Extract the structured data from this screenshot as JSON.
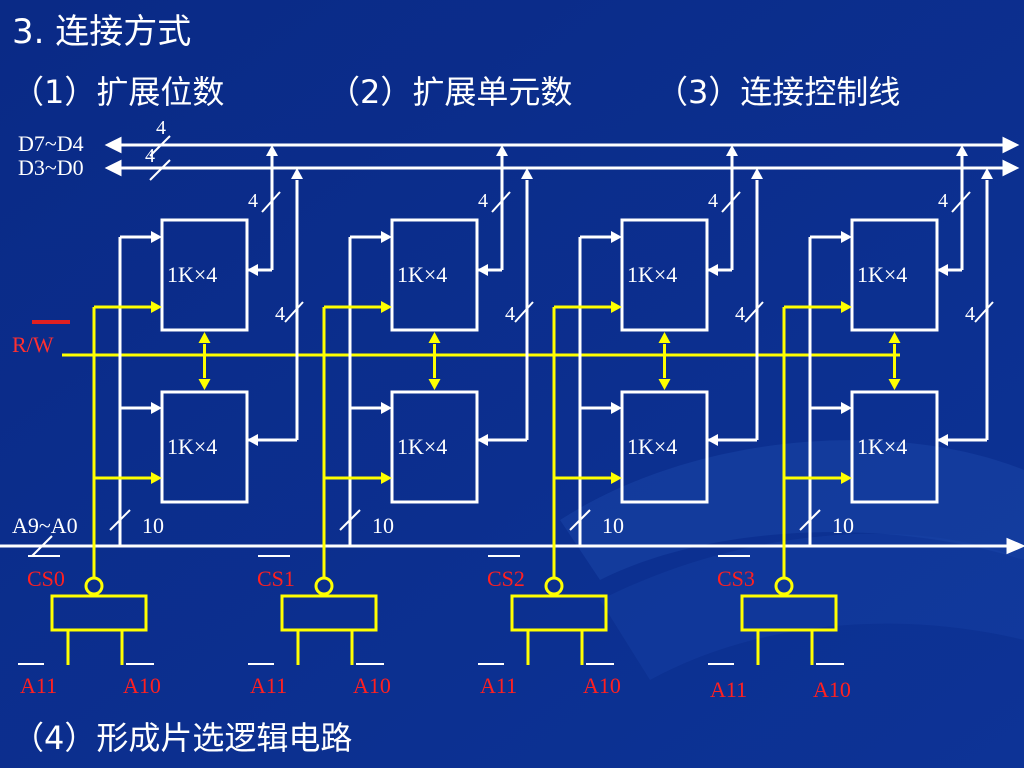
{
  "slide": {
    "title": "3. 连接方式",
    "steps": [
      "（1）扩展位数",
      "（2）扩展单元数",
      "（3）连接控制线"
    ],
    "footer": "（4）形成片选逻辑电路"
  },
  "diagram": {
    "bus_labels": {
      "data_high": "D7~D4",
      "data_low": "D3~D0",
      "rw": "R/W",
      "addr": "A9~A0"
    },
    "bus_widths": {
      "data_high": "4",
      "data_low": "4",
      "chip_data": "4",
      "addr": "10"
    },
    "chip_label": "1K×4",
    "groups": [
      {
        "cs": "CS0",
        "in_a": "A11",
        "in_b": "A10"
      },
      {
        "cs": "CS1",
        "in_a": "A11",
        "in_b": "A10"
      },
      {
        "cs": "CS2",
        "in_a": "A11",
        "in_b": "A10"
      },
      {
        "cs": "CS3",
        "in_a": "A11",
        "in_b": "A10"
      }
    ],
    "colors": {
      "background": "#0b2e8c",
      "wire": "#ffffff",
      "control": "#ffff00",
      "label": "#ff2020",
      "rw_bar": "#ff2020"
    }
  }
}
